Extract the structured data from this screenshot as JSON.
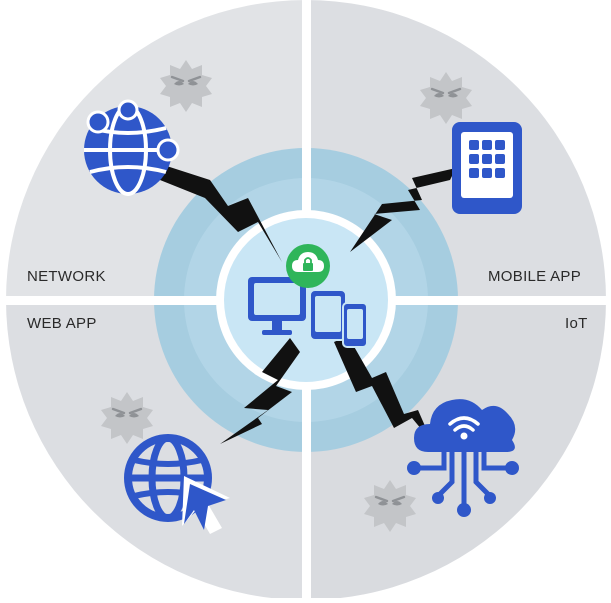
{
  "quadrants": {
    "network": {
      "label": "NETWORK"
    },
    "mobile_app": {
      "label": "MOBILE APP"
    },
    "web_app": {
      "label": "WEB APP"
    },
    "iot": {
      "label": "IoT"
    }
  },
  "colors": {
    "quadrant_fill": "#e1e3e6",
    "quadrant_fill_alt": "#dcdee2",
    "ring_outer": "#a6cde0",
    "ring_inner": "#cfe7f3",
    "center_fill": "#c9e6f5",
    "icon_blue": "#2f57c9",
    "threat_gray": "#c3c5c8",
    "lock_green": "#2fb55a",
    "bolt_black": "#111111"
  },
  "icons": {
    "network": "globe-network-icon",
    "mobile_app": "keypad-tablet-icon",
    "web_app": "globe-cursor-icon",
    "iot": "cloud-wifi-circuit-icon",
    "center": "devices-icon",
    "center_badge": "cloud-lock-icon",
    "threat": "virus-threat-icon",
    "attack": "lightning-bolt-icon"
  }
}
